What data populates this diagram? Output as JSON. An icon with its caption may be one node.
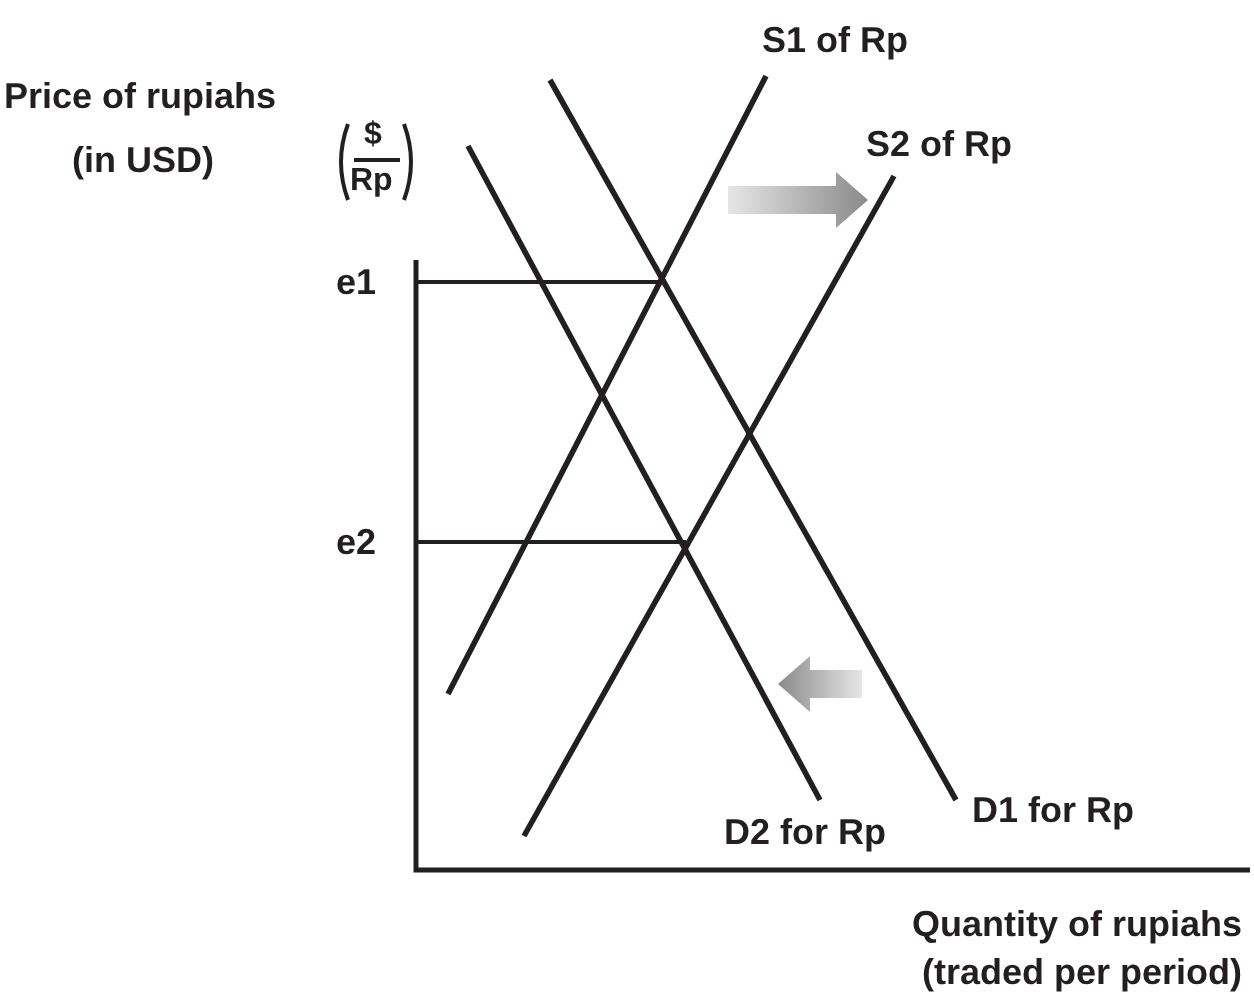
{
  "diagram": {
    "labels": [
      "S1 of Rp",
      "Price of rupiahs",
      "S2 of Rp",
      "(in USD)",
      "$",
      "Rp",
      "e1",
      "e2",
      "D1 for Rp",
      "D2 for Rp",
      "Quantity of rupiahs",
      "(traded per period)"
    ]
  }
}
